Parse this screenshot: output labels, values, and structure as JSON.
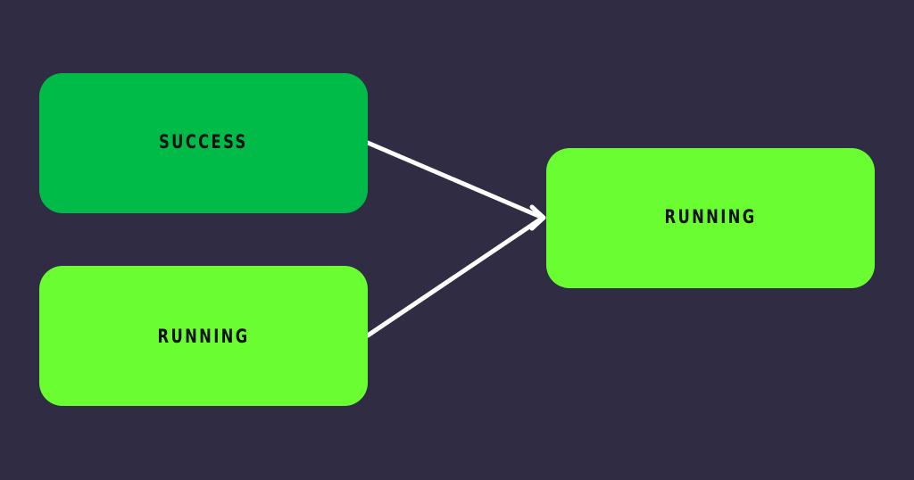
{
  "colors": {
    "background": "#302c44",
    "success": "#00bb48",
    "running": "#69fd32",
    "edge": "#ffffff",
    "label": "#111111"
  },
  "nodes": {
    "success": {
      "label": "SUCCESS",
      "status": "success"
    },
    "running_left": {
      "label": "RUNNING",
      "status": "running"
    },
    "running_right": {
      "label": "RUNNING",
      "status": "running"
    }
  },
  "edges": [
    {
      "from": "success",
      "to": "running_right"
    },
    {
      "from": "running_left",
      "to": "running_right"
    }
  ]
}
